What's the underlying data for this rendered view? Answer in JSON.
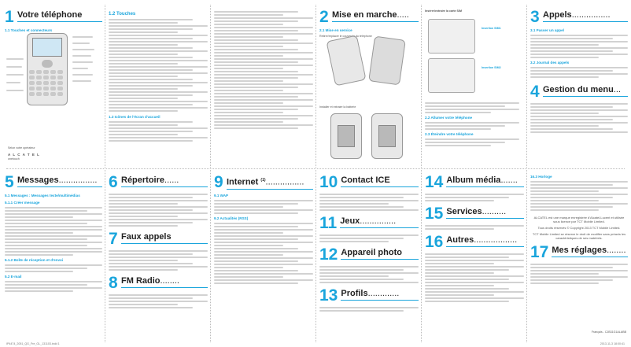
{
  "columns": {
    "c1": {
      "top": {
        "num": "1",
        "title": "Votre téléphone",
        "subnum": "1.1",
        "sub": "Touches et connecteurs",
        "brand": "A L C A T E L",
        "brand_sub": "onetouch",
        "note": "Selon votre opérateur"
      },
      "bottom": {
        "num": "5",
        "title": "Messages",
        "ellipsis": "................",
        "sub1": "5.1 Messages : Messages texte/multimédias",
        "sub2": "5.2 E-mail",
        "sub3": "5.1.1 Créer message",
        "sub4": "5.1.2 Boîte de réception et d'envoi"
      }
    },
    "c2": {
      "top": {
        "subnum": "1.2",
        "sub": "Touches",
        "subnum2": "1.3",
        "sub2": "Icônes de l'écran d'accueil"
      },
      "bottom": {
        "num": "6",
        "title": "Répertoire",
        "ellipsis": "......",
        "num2": "7",
        "title2": "Faux appels",
        "num3": "8",
        "title3": "FM Radio",
        "ellipsis3": "........"
      }
    },
    "c3": {
      "bottom": {
        "num": "9",
        "title": "Internet",
        "sup": "(1)",
        "ellipsis": "................",
        "sub": "9.1 WAP",
        "sub2": "9.2 Actualités (RSS)"
      }
    },
    "c4": {
      "top": {
        "num": "2",
        "title": "Mise en marche",
        "ellipsis": ".....",
        "sub": "2.1 Mise en service",
        "sub2": "Retirer/replacer le couvercle du téléphone",
        "sub3": "Installer et extraire la batterie"
      },
      "bottom": {
        "num": "10",
        "title": "Contact ICE",
        "num2": "11",
        "title2": "Jeux",
        "ellipsis2": "...............",
        "num3": "12",
        "title3": "Appareil photo",
        "num4": "13",
        "title4": "Profils",
        "ellipsis4": "............."
      }
    },
    "c5": {
      "top": {
        "sub": "Insérer/extraire la carte SIM",
        "sim1": "Insertion SIM1",
        "sim2": "Insertion SIM2",
        "sub2": "2.2 Allumer votre téléphone",
        "sub3": "2.3 Éteindre votre téléphone"
      },
      "bottom": {
        "num": "14",
        "title": "Album média",
        "ellipsis": ".......",
        "num2": "15",
        "title2": "Services",
        "ellipsis2": "..........",
        "num3": "16",
        "title3": "Autres",
        "ellipsis3": ".................."
      }
    },
    "c6": {
      "top": {
        "num": "3",
        "title": "Appels",
        "ellipsis": "................",
        "sub": "3.1 Passer un appel",
        "sub2": "3.2 Journal des appels",
        "num2": "4",
        "title2": "Gestion du menu",
        "ellipsis2": "..."
      },
      "bottom": {
        "sub": "16.3 Horloge",
        "num": "17",
        "title": "Mes réglages",
        "ellipsis": "........",
        "alcatel_note": "ALCATEL est une marque enregistrée d'Alcatel-Lucent et utilisée sous licence par TCT Mobile Limited.",
        "copyright": "Tous droits réservés © Copyright 2013 TCT Mobile Limited.",
        "reserve": "TCT Mobile Limited se réserve le droit de modifier sans préavis les caractéristiques de ses matériels.",
        "lang": "Français - CJB31G1ALABB"
      }
    }
  },
  "footer": {
    "left": "IP4474_2051_QG_Fre_GL_131103.indd 1",
    "right": "2013-11-3  18:00:41"
  }
}
